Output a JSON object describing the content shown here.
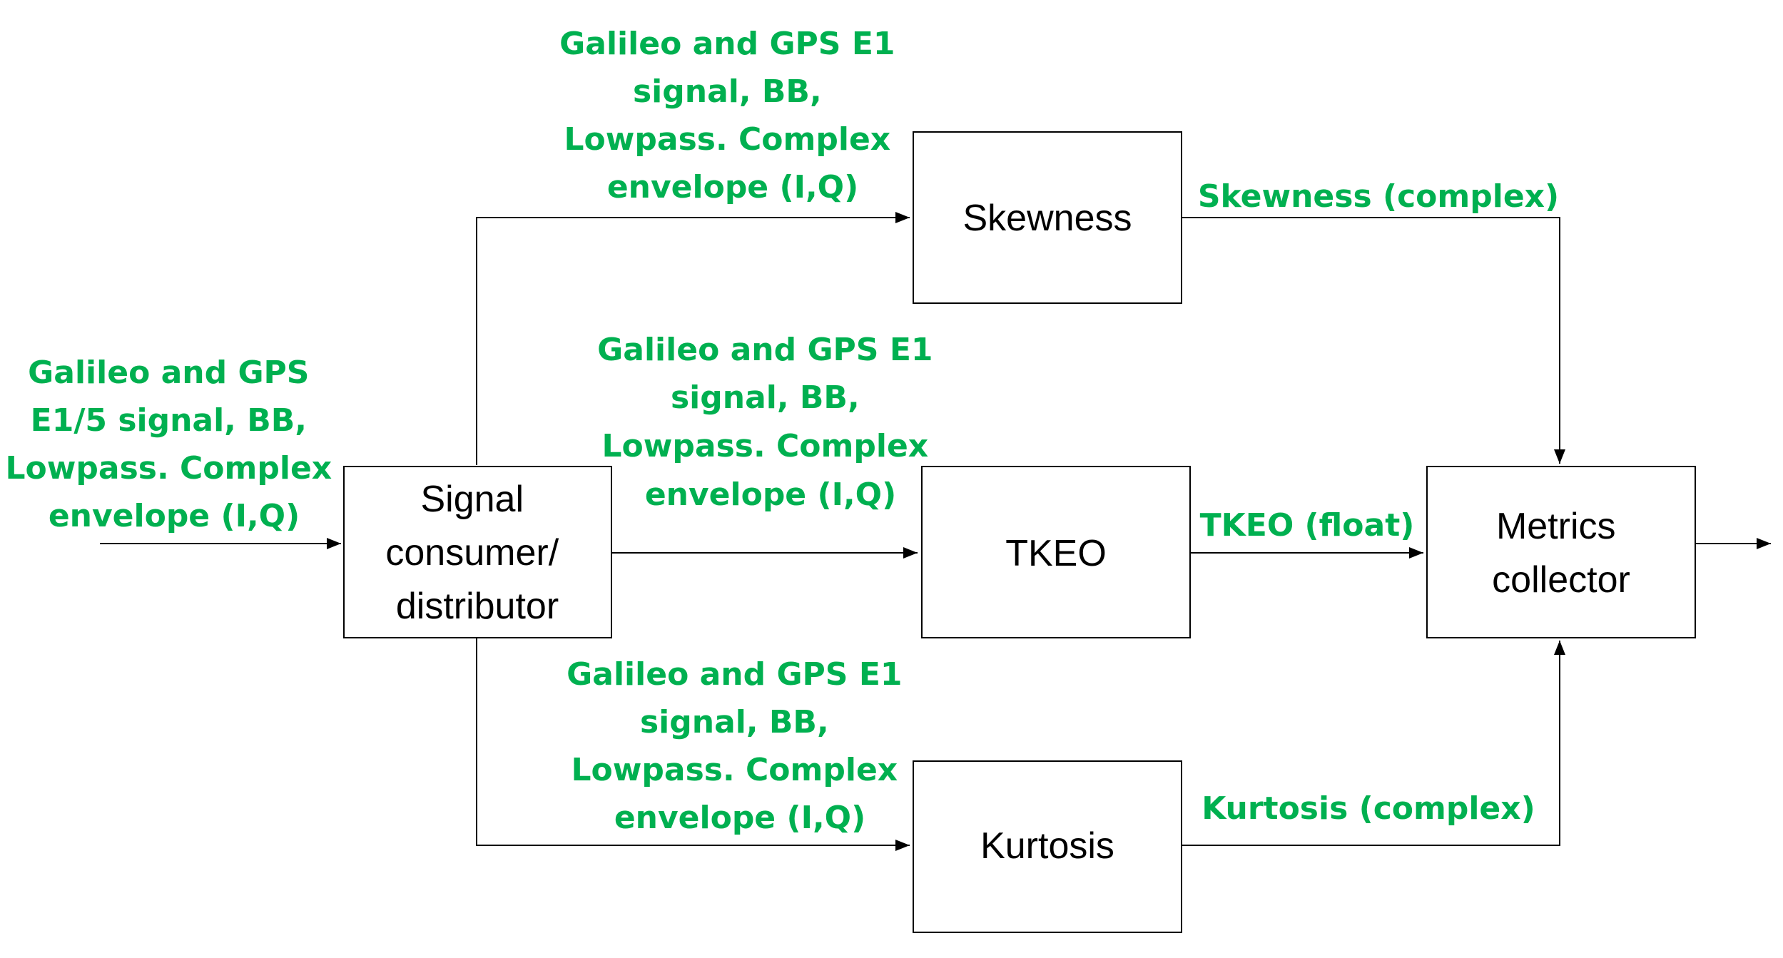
{
  "colors": {
    "label_green": "#00b050",
    "line": "#000000"
  },
  "blocks": {
    "distributor": [
      "Signal",
      "consumer/",
      "distributor"
    ],
    "skewness": [
      "Skewness"
    ],
    "tkeo": [
      "TKEO"
    ],
    "kurtosis": [
      "Kurtosis"
    ],
    "collector": [
      "Metrics",
      "collector"
    ]
  },
  "labels": {
    "input": [
      "Galileo and GPS",
      "E1/5 signal, BB,",
      "Lowpass. Complex",
      "envelope (I,Q)"
    ],
    "to_skewness": [
      "Galileo and GPS E1",
      "signal, BB,",
      "Lowpass. Complex",
      "envelope (I,Q)"
    ],
    "to_tkeo": [
      "Galileo and GPS E1",
      "signal, BB,",
      "Lowpass. Complex",
      "envelope (I,Q)"
    ],
    "to_kurtosis": [
      "Galileo and GPS E1",
      "signal, BB,",
      "Lowpass. Complex",
      "envelope (I,Q)"
    ],
    "skewness_out": "Skewness (complex)",
    "tkeo_out": "TKEO (float)",
    "kurtosis_out": "Kurtosis (complex)"
  }
}
